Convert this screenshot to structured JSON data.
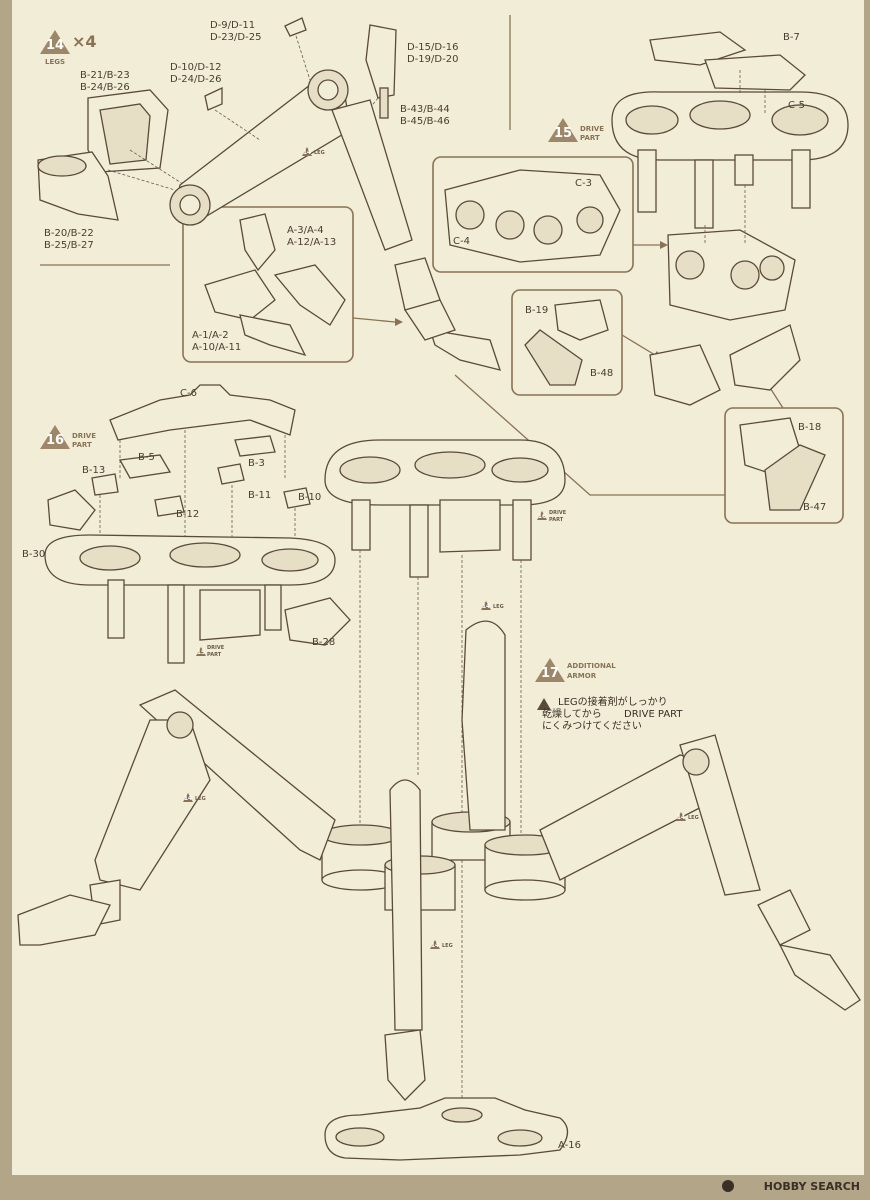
{
  "steps": {
    "s14": {
      "num": "14",
      "mult": "×4",
      "title": "LEGS"
    },
    "s15": {
      "num": "15",
      "title": "DRIVE",
      "title2": "PART"
    },
    "s16": {
      "num": "16",
      "title": "DRIVE",
      "title2": "PART"
    },
    "s17": {
      "num": "17",
      "title": "ADDITIONAL",
      "title2": "ARMOR"
    }
  },
  "parts": {
    "d9": "D-9/D-11",
    "d23": "D-23/D-25",
    "d10": "D-10/D-12",
    "d24": "D-24/D-26",
    "d15": "D-15/D-16",
    "d19": "D-19/D-20",
    "b21": "B-21/B-23",
    "b24": "B-24/B-26",
    "b43": "B-43/B-44",
    "b45": "B-45/B-46",
    "b20": "B-20/B-22",
    "b25": "B-25/B-27",
    "a3": "A-3/A-4",
    "a12": "A-12/A-13",
    "a1": "A-1/A-2",
    "a10": "A-10/A-11",
    "b7": "B-7",
    "c5": "C-5",
    "c3": "C-3",
    "c4": "C-4",
    "b19": "B-19",
    "b48": "B-48",
    "b18": "B-18",
    "b47": "B-47",
    "c6": "C-6",
    "b5": "B-5",
    "b3": "B-3",
    "b13": "B-13",
    "b11": "B-11",
    "b10": "B-10",
    "b12": "B-12",
    "b30": "B-30",
    "b28": "B-28",
    "a16": "A-16"
  },
  "tags": {
    "leg": "LEG",
    "drive": "DRIVE",
    "part": "PART",
    "n14": "14",
    "n15": "15",
    "n16": "16"
  },
  "note": {
    "line1": "LEGの接着剤がしっかり",
    "line2a": "乾燥してから",
    "line2b": "DRIVE PART",
    "line3": "にくみつけてください"
  },
  "footer": {
    "brand": "HOBBY SEARCH"
  },
  "colors": {
    "paper": "#f2edd7",
    "accent": "#8a7355",
    "ink": "#5a4a3a"
  }
}
